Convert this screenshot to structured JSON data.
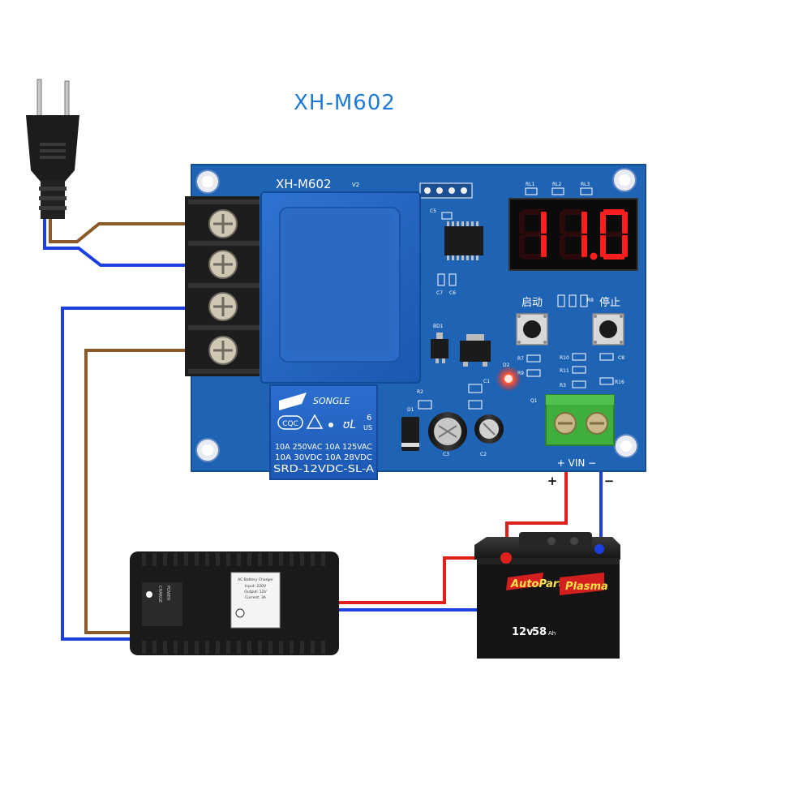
{
  "title": "XH-M602",
  "board": {
    "model_label": "XH-M602",
    "version_label": "V2",
    "display_value": "11.0",
    "start_button_label": "启动",
    "stop_button_label": "停止",
    "vin_label": "+ VIN −",
    "plus_sign": "+",
    "minus_sign": "−",
    "pad_labels": [
      "RL1",
      "RL2",
      "RL3",
      "C5",
      "C7",
      "C6",
      "BD1",
      "R7",
      "R9",
      "R10",
      "R11",
      "R2",
      "D1",
      "C1",
      "D2",
      "Q1",
      "R8",
      "C8",
      "R16",
      "R3",
      "C2",
      "C3"
    ],
    "colors": {
      "pcb": "#1f63b4",
      "display_digits": "#ff1e1e",
      "terminal_green": "#3fae3a"
    }
  },
  "relay": {
    "brand": "SONGLE",
    "cert": "CQC",
    "pin_number": "6",
    "ul_mark": "US",
    "line1": "10A 250VAC  10A 125VAC",
    "line2": "10A  30VDC  10A  28VDC",
    "model": "SRD-12VDC-SL-A"
  },
  "charger": {
    "label_lines": [
      "AC Battery Charger",
      "Input: 220V",
      "Output: 12V",
      "Current: 3A"
    ],
    "side_labels": [
      "CHARGE",
      "POWER"
    ]
  },
  "battery": {
    "brand": "AutoPart",
    "brand2": "Plasma",
    "voltage": "12v",
    "capacity": "58",
    "capacity_unit": "Ah"
  },
  "wires": {
    "live": "#8b5a2b",
    "neutral": "#1d3fe0",
    "positive": "#e0201d",
    "negative": "#1d3fe0"
  }
}
